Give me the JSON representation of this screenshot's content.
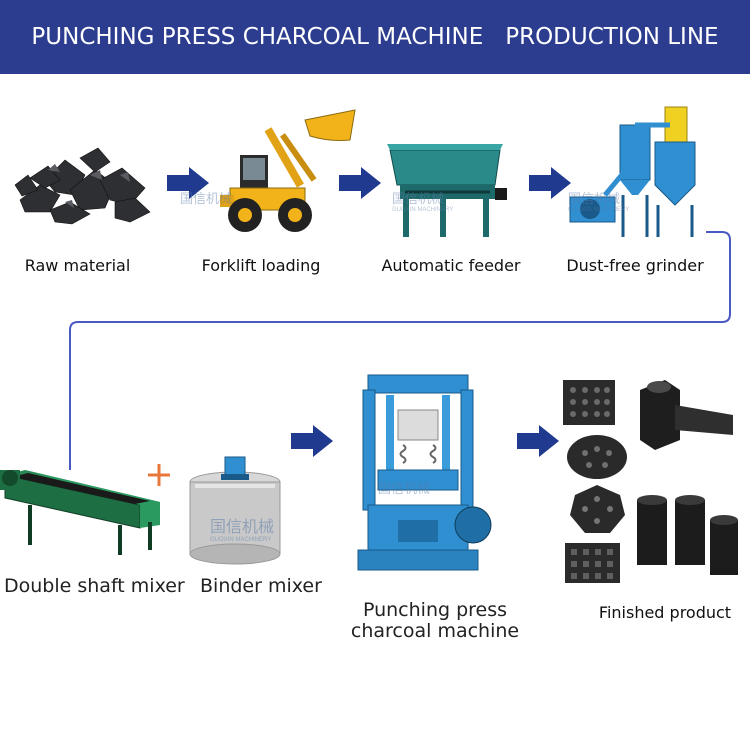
{
  "title": "PUNCHING PRESS CHARCOAL MACHINE   PRODUCTION LINE",
  "watermark": {
    "brand_cn": "国信机械",
    "brand_en": "GUOXIN MACHINERY"
  },
  "steps": [
    {
      "label": "Raw material",
      "icon": "raw-material-coal"
    },
    {
      "label": "Forklift loading",
      "icon": "wheel-loader"
    },
    {
      "label": "Automatic feeder",
      "icon": "belt-feeder"
    },
    {
      "label": "Dust-free grinder",
      "icon": "dust-free-grinder"
    },
    {
      "label": "Double shaft mixer",
      "icon": "double-shaft-mixer"
    },
    {
      "label": "Binder mixer",
      "icon": "binder-mixer-tank"
    },
    {
      "label_line1": "Punching press",
      "label_line2": "charcoal machine",
      "icon": "punching-press-machine"
    },
    {
      "label": "Finished product",
      "icon": "charcoal-briquettes"
    }
  ],
  "colors": {
    "header_bg": "#2c3d8f",
    "arrow": "#1f3a8f",
    "connector": "#4a59c4",
    "plus": "#e8773a",
    "machine_blue": "#2f8fd1",
    "loader_yellow": "#f2b31a",
    "feeder_teal": "#2a8a8a"
  }
}
